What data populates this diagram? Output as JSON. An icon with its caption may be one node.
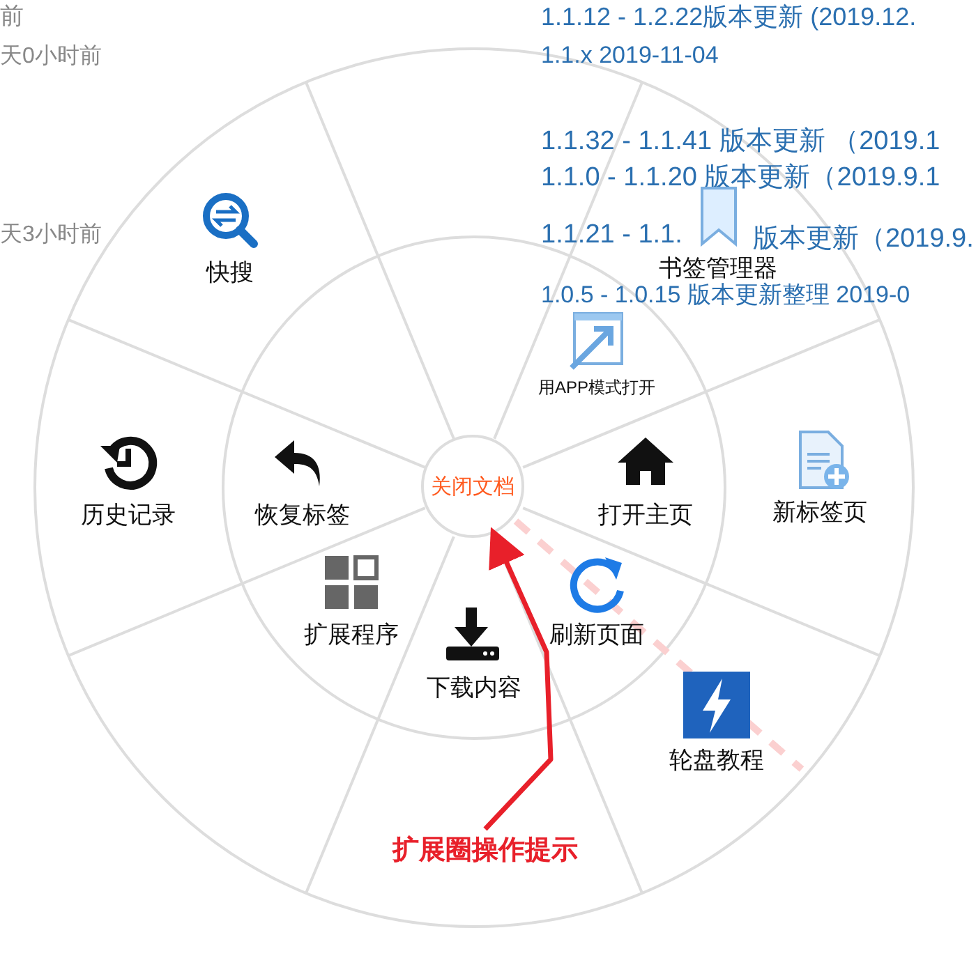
{
  "diagram": {
    "nodes": [
      {
        "text": [
          "快搜"
        ]
      },
      {
        "text": [
          "书签管理器"
        ]
      },
      {
        "text": [
          "用APP模式打开"
        ]
      },
      {
        "text": [
          "历史记录"
        ]
      },
      {
        "text": [
          "恢复标签"
        ]
      },
      {
        "text": [
          "关闭文档"
        ]
      },
      {
        "text": [
          "打开主页"
        ]
      },
      {
        "text": [
          "新标签页"
        ]
      },
      {
        "text": [
          "扩展程序"
        ]
      },
      {
        "text": [
          "刷新页面"
        ]
      },
      {
        "text": [
          "下载内容"
        ]
      },
      {
        "text": [
          "轮盘教程"
        ]
      },
      {
        "text": [
          "扩展圈操作提示"
        ]
      }
    ],
    "edges": [
      {
        "from": 12,
        "to": 5,
        "arrow": "to"
      }
    ],
    "labels": [
      "前",
      "1.1.12 - 1.2.22版本更新 (2019.12.",
      "天0小时前",
      "1.1.x 2019-11-04",
      "1.1.32 - 1.1.41 版本更新 （2019.1",
      "1.1.0 - 1.1.20 版本更新（2019.9.1",
      "天3小时前",
      "1.1.21 - 1.1.",
      "版本更新（2019.9.",
      "1.0.5 - 1.0.15 版本更新整理 2019-0"
    ]
  }
}
